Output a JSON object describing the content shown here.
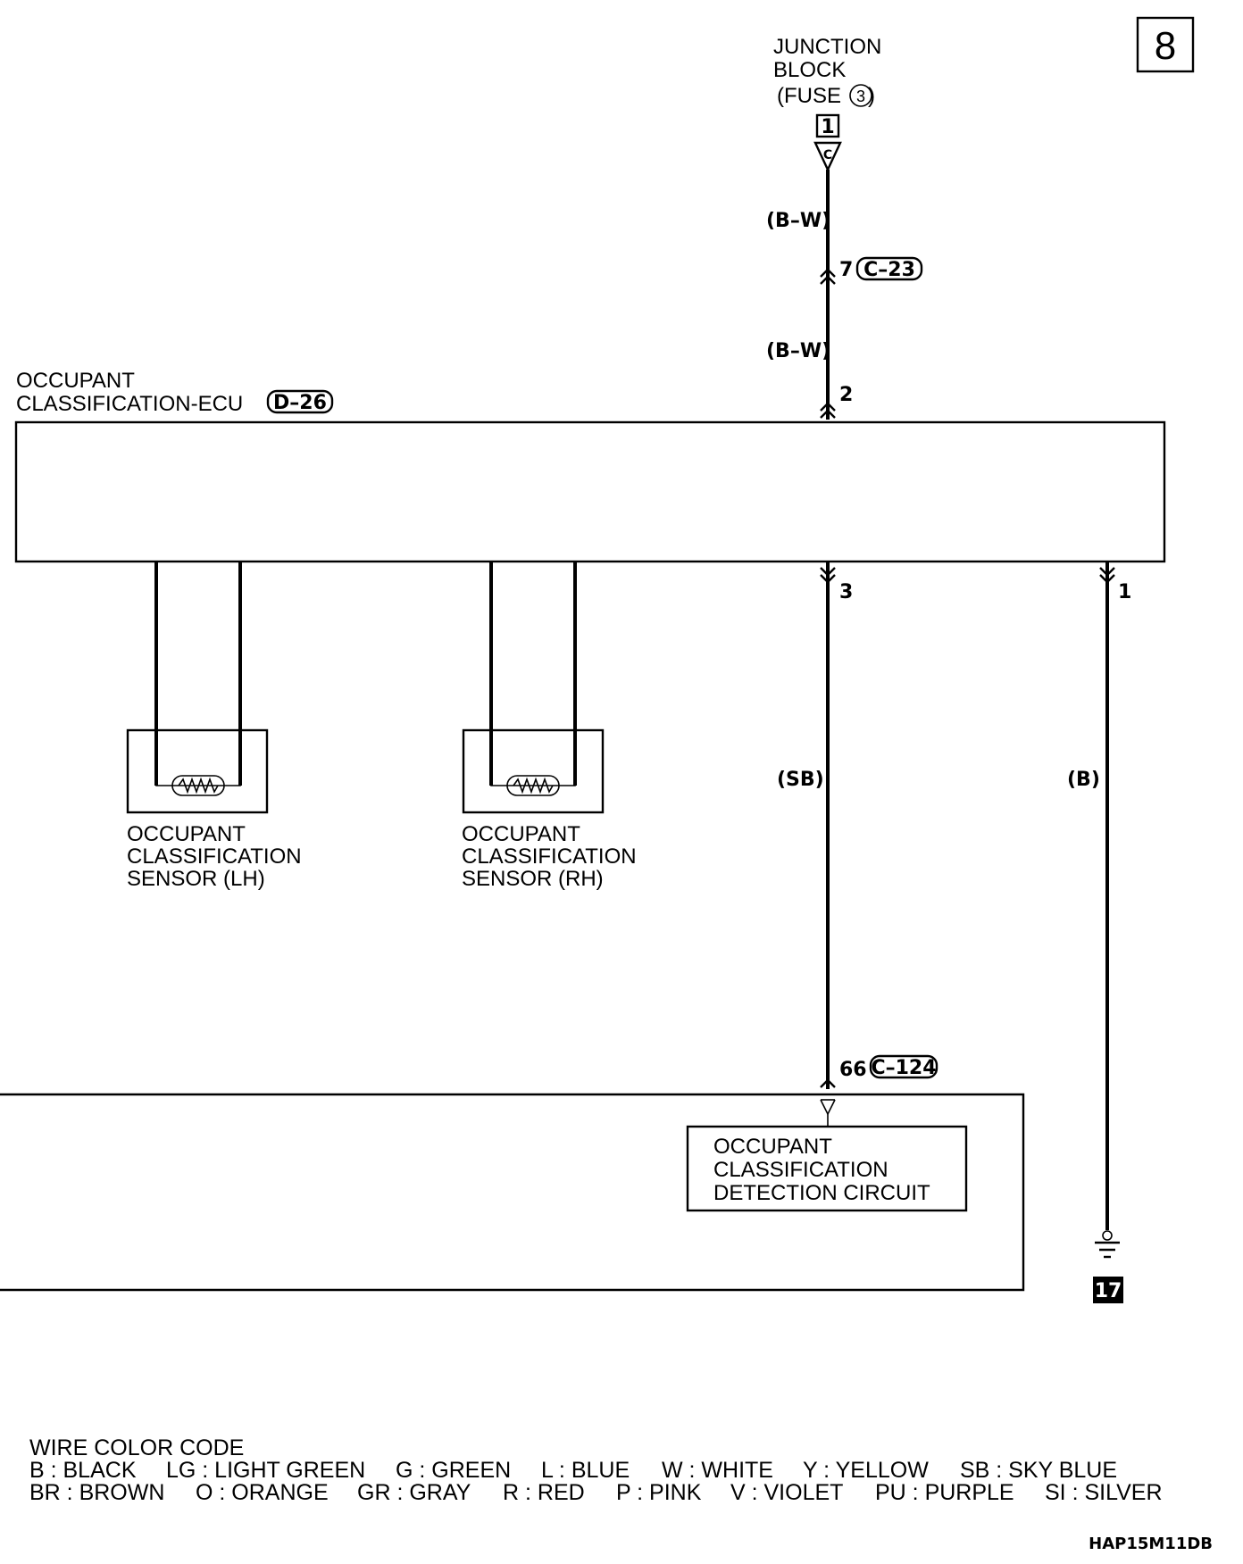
{
  "page_number": "8",
  "junction_block": {
    "line1": "JUNCTION",
    "line2": "BLOCK",
    "line3_prefix": "(FUSE",
    "fuse_number": "3",
    "line3_suffix": ")",
    "pin": "1",
    "connector_letter": "C"
  },
  "wires": {
    "bw_upper": "(B–W)",
    "bw_lower": "(B–W)",
    "sb": "(SB)",
    "b": "(B)"
  },
  "connectors": {
    "c23": {
      "pin": "7",
      "code": "C–23"
    },
    "ecu_pin_2": "2",
    "ecu_pin_3": "3",
    "ecu_pin_1": "1",
    "c124": {
      "pin": "66",
      "code": "C–124"
    }
  },
  "ecu": {
    "line1": "OCCUPANT",
    "line2": "CLASSIFICATION-ECU",
    "code": "D–26"
  },
  "sensor_lh": {
    "line1": "OCCUPANT",
    "line2": "CLASSIFICATION",
    "line3": "SENSOR (LH)"
  },
  "sensor_rh": {
    "line1": "OCCUPANT",
    "line2": "CLASSIFICATION",
    "line3": "SENSOR (RH)"
  },
  "detection_circuit": {
    "line1": "OCCUPANT",
    "line2": "CLASSIFICATION",
    "line3": "DETECTION CIRCUIT"
  },
  "ground_number": "17",
  "wire_color_code": {
    "title": "WIRE COLOR CODE",
    "row1": [
      "B : BLACK",
      "LG : LIGHT GREEN",
      "G : GREEN",
      "L : BLUE",
      "W : WHITE",
      "Y : YELLOW",
      "SB : SKY BLUE"
    ],
    "row2": [
      "BR : BROWN",
      "O : ORANGE",
      "GR : GRAY",
      "R : RED",
      "P : PINK",
      "V : VIOLET",
      "PU : PURPLE",
      "SI : SILVER"
    ]
  },
  "drawing_code": "HAP15M11DB"
}
